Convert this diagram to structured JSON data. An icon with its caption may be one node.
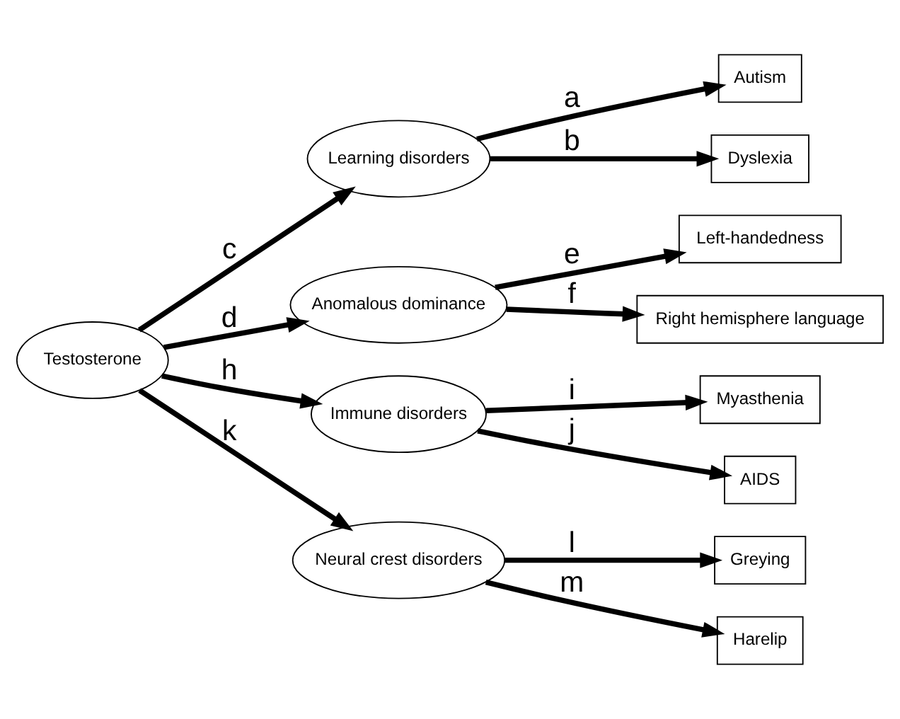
{
  "diagram": {
    "nodes": [
      {
        "text": [
          "Testosterone"
        ]
      },
      {
        "text": [
          "Learning disorders"
        ]
      },
      {
        "text": [
          "Anomalous dominance"
        ]
      },
      {
        "text": [
          "Immune disorders"
        ]
      },
      {
        "text": [
          "Neural crest disorders"
        ]
      },
      {
        "text": [
          "Autism"
        ]
      },
      {
        "text": [
          "Dyslexia"
        ]
      },
      {
        "text": [
          "Left-handedness"
        ]
      },
      {
        "text": [
          "Right hemisphere language"
        ]
      },
      {
        "text": [
          "Myasthenia"
        ]
      },
      {
        "text": [
          "AIDS"
        ]
      },
      {
        "text": [
          "Greying"
        ]
      },
      {
        "text": [
          "Harelip"
        ]
      }
    ],
    "edges": [
      {
        "from": 0,
        "to": 1,
        "arrow": "to",
        "label": "c"
      },
      {
        "from": 0,
        "to": 2,
        "arrow": "to",
        "label": "d"
      },
      {
        "from": 0,
        "to": 3,
        "arrow": "to",
        "label": "h"
      },
      {
        "from": 0,
        "to": 4,
        "arrow": "to",
        "label": "k"
      },
      {
        "from": 1,
        "to": 5,
        "arrow": "to",
        "label": "a"
      },
      {
        "from": 1,
        "to": 6,
        "arrow": "to",
        "label": "b"
      },
      {
        "from": 2,
        "to": 7,
        "arrow": "to",
        "label": "e"
      },
      {
        "from": 2,
        "to": 8,
        "arrow": "to",
        "label": "f"
      },
      {
        "from": 3,
        "to": 9,
        "arrow": "to",
        "label": "i"
      },
      {
        "from": 3,
        "to": 10,
        "arrow": "to",
        "label": "j"
      },
      {
        "from": 4,
        "to": 11,
        "arrow": "to",
        "label": "l"
      },
      {
        "from": 4,
        "to": 12,
        "arrow": "to",
        "label": "m"
      }
    ]
  }
}
